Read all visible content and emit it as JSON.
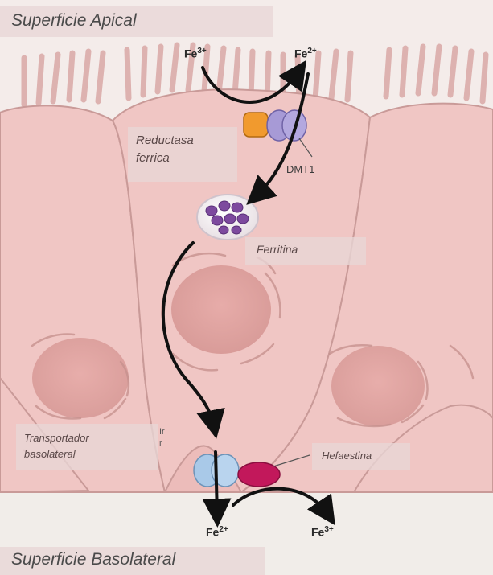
{
  "regions": {
    "apical": "Superficie Apical",
    "basolateral": "Superficie Basolateral"
  },
  "ions": {
    "fe3_top": {
      "base": "Fe",
      "charge": "3+"
    },
    "fe2_top": {
      "base": "Fe",
      "charge": "2+"
    },
    "fe2_bottom": {
      "base": "Fe",
      "charge": "2+"
    },
    "fe3_bottom": {
      "base": "Fe",
      "charge": "3+"
    }
  },
  "labels": {
    "reductasa_line1": "Reductasa",
    "reductasa_line2": "ferrica",
    "dmt1": "DMT1",
    "ferritina": "Ferritina",
    "transportador_line1": "Transportador",
    "transportador_line2": "basolateral",
    "hefaestina": "Hefaestina",
    "cut_fragment": "Ir\nr"
  },
  "colors": {
    "cell_fill": "#f0c6c4",
    "cell_stroke": "#c99a98",
    "reductase": "#f19a2e",
    "dmt1": "#a79ad6",
    "ferritin_bead": "#7d4a9e",
    "transporter": "#a9c9e8",
    "hephaestin": "#c2185b",
    "arrow": "#111111"
  }
}
